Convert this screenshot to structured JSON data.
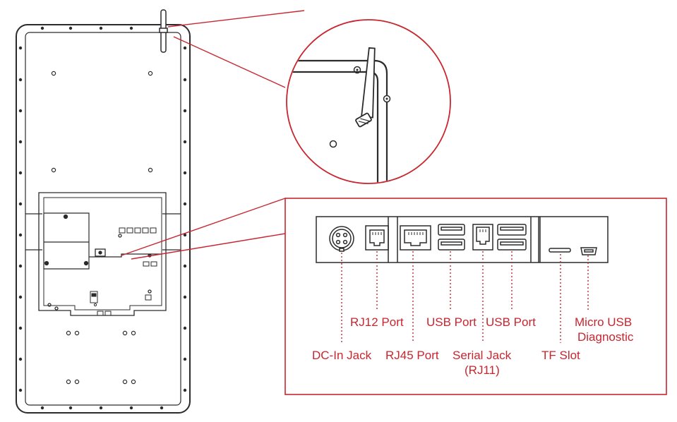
{
  "colors": {
    "accent_red": "#c8262f",
    "line_dark": "#2b2b2b",
    "background": "#ffffff"
  },
  "device": {
    "name": "kiosk-back-panel",
    "has_antenna": true
  },
  "callout": {
    "ports": [
      {
        "id": "dc-in",
        "lines": [
          "DC-In Jack"
        ]
      },
      {
        "id": "rj12",
        "lines": [
          "RJ12 Port"
        ]
      },
      {
        "id": "rj45",
        "lines": [
          "RJ45 Port"
        ]
      },
      {
        "id": "usb1",
        "lines": [
          "USB Port"
        ]
      },
      {
        "id": "serial",
        "lines": [
          "Serial Jack",
          "(RJ11)"
        ]
      },
      {
        "id": "usb2",
        "lines": [
          "USB Port"
        ]
      },
      {
        "id": "tf",
        "lines": [
          "TF Slot"
        ]
      },
      {
        "id": "microusb",
        "lines": [
          "Micro USB",
          "Diagnostic"
        ]
      }
    ]
  }
}
